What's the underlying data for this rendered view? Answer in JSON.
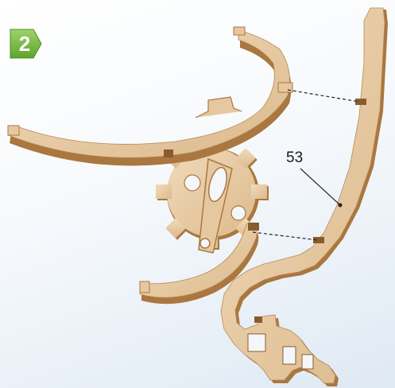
{
  "step": {
    "number": "2",
    "badge_color": "#6fb33c",
    "badge_color_light": "#9fd26a"
  },
  "callout": {
    "label": "53"
  },
  "colors": {
    "wood_face": "#e6c8a0",
    "wood_light": "#f1dbbb",
    "wood_edge": "#a9773f",
    "wood_edge_dark": "#8a5c2c",
    "hole": "#f4f7fa",
    "line": "#222222"
  },
  "parts": [
    {
      "name": "upper-arc-part"
    },
    {
      "name": "gear-wheel-part"
    },
    {
      "name": "lower-arc-part"
    },
    {
      "name": "side-frame-part"
    }
  ]
}
